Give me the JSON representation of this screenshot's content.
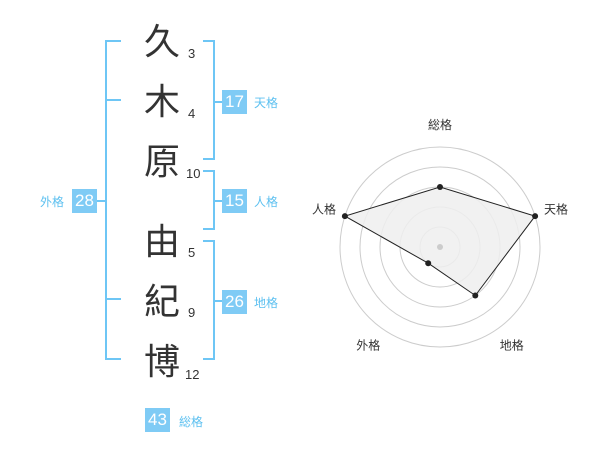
{
  "name": {
    "characters": [
      {
        "char": "久",
        "strokes": "3"
      },
      {
        "char": "木",
        "strokes": "4"
      },
      {
        "char": "原",
        "strokes": "10"
      },
      {
        "char": "由",
        "strokes": "5"
      },
      {
        "char": "紀",
        "strokes": "9"
      },
      {
        "char": "博",
        "strokes": "12"
      }
    ]
  },
  "fortune": {
    "tenkaku": {
      "value": "17",
      "label": "天格"
    },
    "jinkaku": {
      "value": "15",
      "label": "人格"
    },
    "chikaku": {
      "value": "26",
      "label": "地格"
    },
    "gaikaku": {
      "value": "28",
      "label": "外格"
    },
    "soukaku": {
      "value": "43",
      "label": "総格"
    }
  },
  "chart_data": {
    "type": "radar",
    "axes": [
      "総格",
      "天格",
      "地格",
      "外格",
      "人格"
    ],
    "values": [
      3,
      5,
      3,
      1,
      5
    ],
    "max": 5,
    "rings": 5,
    "colors": {
      "line": "#222222",
      "fill": "#eeeeee",
      "grid": "#cccccc",
      "center": "#cccccc"
    }
  },
  "colors": {
    "accent": "#7fcbf5",
    "label": "#5cc0f0",
    "bracket": "#6ec6f5"
  }
}
